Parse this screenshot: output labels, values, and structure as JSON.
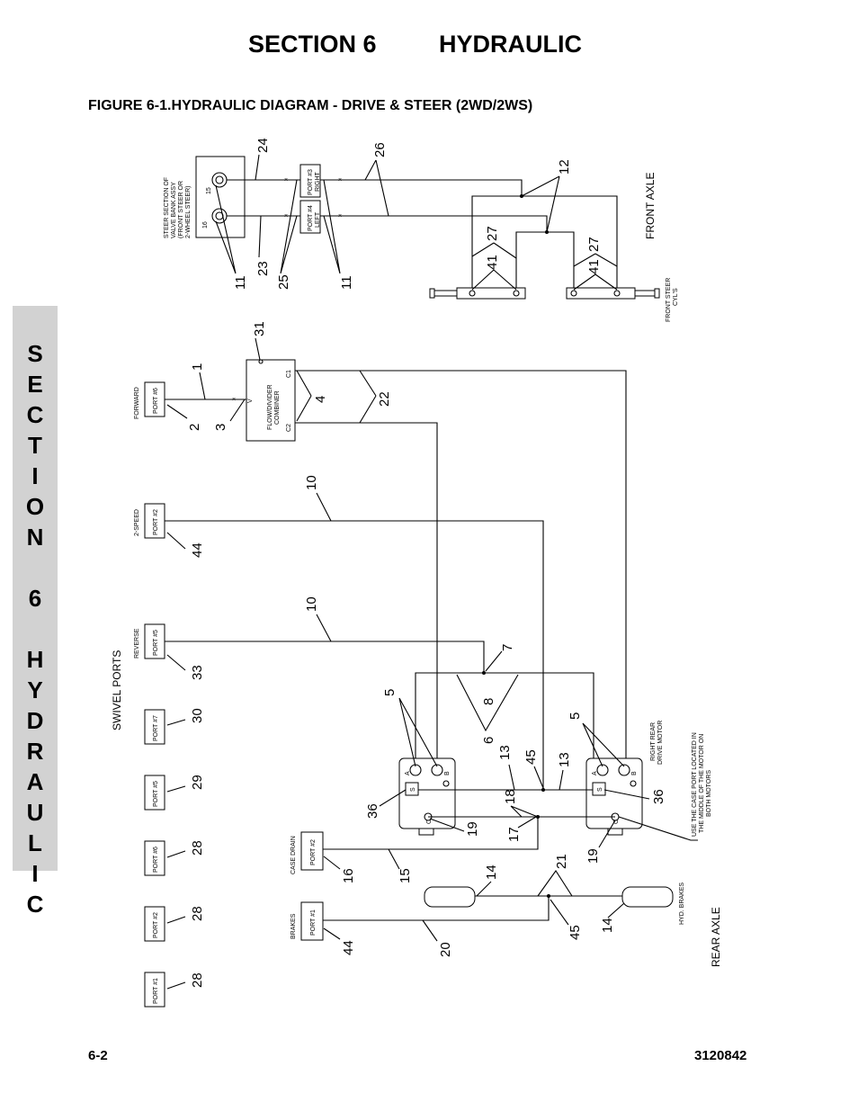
{
  "header": {
    "section": "SECTION 6",
    "name": "HYDRAULIC",
    "figure_title": "FIGURE 6-1.HYDRAULIC DIAGRAM - DRIVE & STEER (2WD/2WS)"
  },
  "side_tab": {
    "letters": [
      "S",
      "E",
      "C",
      "T",
      "I",
      "O",
      "N",
      "",
      "6",
      "",
      "H",
      "Y",
      "D",
      "R",
      "A",
      "U",
      "L",
      "I",
      "C"
    ]
  },
  "labels": {
    "steer_valve": [
      "STEER SECTION OF",
      "VALVE BANK ASSY",
      "(FRONT STEER OR",
      "2-WHEEL STEER)"
    ],
    "port15": "15",
    "port16": "16",
    "port3": [
      "PORT #3",
      "RIGHT"
    ],
    "port4": [
      "PORT #4",
      "LEFT"
    ],
    "front_axle": "FRONT AXLE",
    "front_steer": [
      "FRONT STEER",
      "CYL'S"
    ],
    "flow_divider": [
      "FLOW/DIVIDER",
      "COMBINER"
    ],
    "c1": "C1",
    "c2": "C2",
    "v": "V",
    "forward": "FORWARD",
    "port6": "PORT #6",
    "two_speed": "2-SPEED",
    "port2_speed": "PORT #2",
    "reverse": "REVERSE",
    "port5_rev": "PORT #5",
    "swivel_ports": "SWIVEL PORTS",
    "port7": "PORT #7",
    "port5": "PORT #5",
    "port8": "PORT #6",
    "port2": "PORT #2",
    "port1": "PORT #1",
    "case_drain": "CASE DRAIN",
    "port2_case": "PORT #2",
    "brakes": "BRAKES",
    "port1_brakes": "PORT #1",
    "right_rear": [
      "RIGHT REAR",
      "DRIVE MOTOR"
    ],
    "case_note": [
      "USE THE CASE PORT LOCATED IN",
      "THE MIDDLE OF THE MOTOR ON",
      "BOTH MOTORS"
    ],
    "hyd_brakes": "HYD. BRAKES",
    "rear_axle": "REAR AXLE",
    "port_a": "A",
    "port_b": "B",
    "port_s": "S",
    "port_c": "C"
  },
  "callouts": {
    "n24": "24",
    "n23": "23",
    "n11a": "11",
    "n25": "25",
    "n11b": "11",
    "n26": "26",
    "n12": "12",
    "n27a": "27",
    "n41a": "41",
    "n27b": "27",
    "n41b": "41",
    "n31": "31",
    "n1": "1",
    "n2": "2",
    "n3": "3",
    "n4": "4",
    "n22": "22",
    "n10a": "10",
    "n44a": "44",
    "n10b": "10",
    "n33": "33",
    "n7": "7",
    "n8": "8",
    "n6": "6",
    "n5a": "5",
    "n5b": "5",
    "n30": "30",
    "n29": "29",
    "n28a": "28",
    "n28b": "28",
    "n28c": "28",
    "n13a": "13",
    "n45a": "45",
    "n13b": "13",
    "n36a": "36",
    "n36b": "36",
    "n18": "18",
    "n19a": "19",
    "n17": "17",
    "n19b": "19",
    "n16": "16",
    "n15": "15",
    "n14a": "14",
    "n21": "21",
    "n45b": "45",
    "n14b": "14",
    "n44b": "44",
    "n20": "20"
  },
  "footer": {
    "page": "6-2",
    "doc": "3120842"
  }
}
